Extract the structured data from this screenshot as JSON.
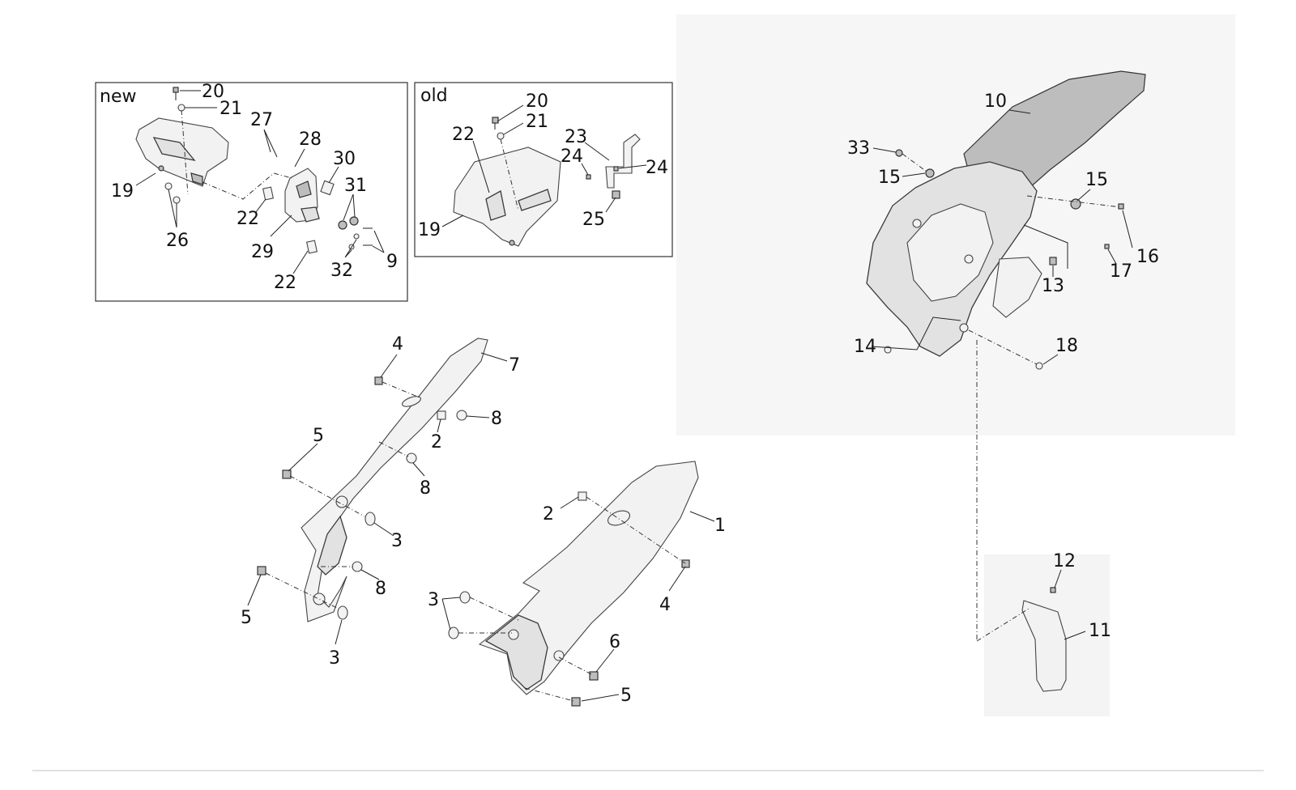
{
  "boxes": {
    "new_label": "new",
    "old_label": "old"
  },
  "callouts": {
    "new_20": "20",
    "new_21": "21",
    "new_27": "27",
    "new_28": "28",
    "new_30": "30",
    "new_19": "19",
    "new_31": "31",
    "new_22a": "22",
    "new_26": "26",
    "new_29": "29",
    "new_9": "9",
    "new_32": "32",
    "new_22b": "22",
    "old_20": "20",
    "old_21": "21",
    "old_22": "22",
    "old_23": "23",
    "old_24a": "24",
    "old_24b": "24",
    "old_19": "19",
    "old_25": "25",
    "c10": "10",
    "c33": "33",
    "c15a": "15",
    "c15b": "15",
    "c16": "16",
    "c17": "17",
    "c13": "13",
    "c14": "14",
    "c18": "18",
    "c12": "12",
    "c11": "11",
    "c4a": "4",
    "c7": "7",
    "c8a": "8",
    "c2a": "2",
    "c5a": "5",
    "c8b": "8",
    "c3a": "3",
    "c8c": "8",
    "c5b": "5",
    "c3b": "3",
    "c2b": "2",
    "c1": "1",
    "c4b": "4",
    "c3c": "3",
    "c6": "6",
    "c5c": "5"
  }
}
